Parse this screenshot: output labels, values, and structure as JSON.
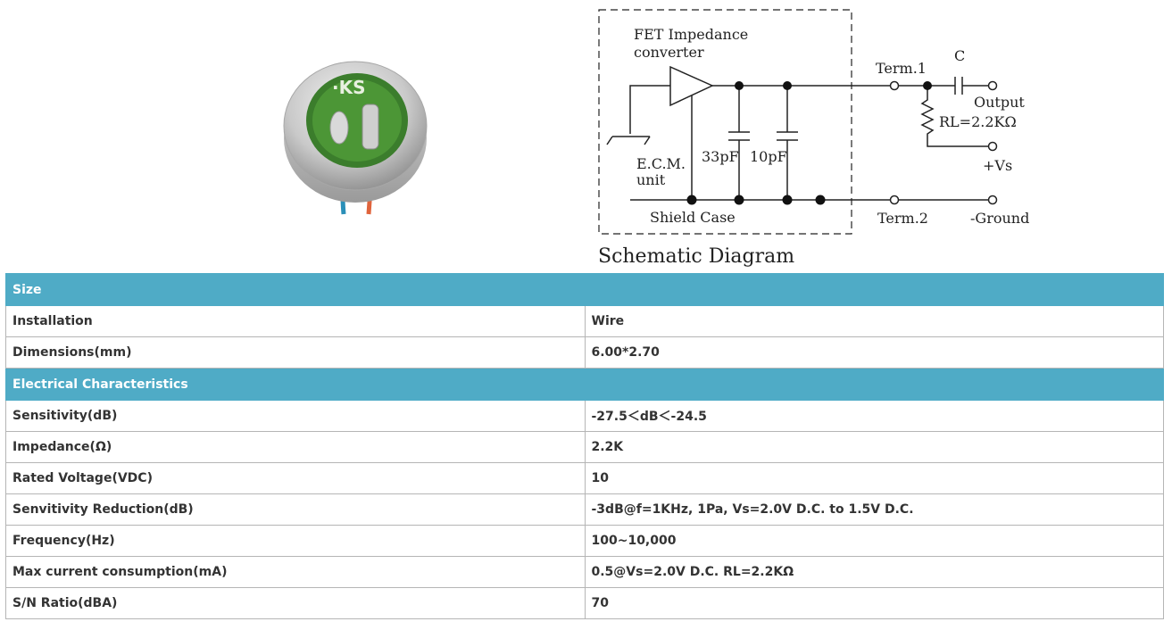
{
  "schematic": {
    "converter_label_line1": "FET Impedance",
    "converter_label_line2": "converter",
    "ecm_label_line1": "E.C.M.",
    "ecm_label_line2": "unit",
    "cap1_label": "33pF",
    "cap2_label": "10pF",
    "shield_label": "Shield Case",
    "term1_label": "Term.1",
    "term2_label": "Term.2",
    "c_label": "C",
    "output_label": "Output",
    "rl_label": "RL=2.2KΩ",
    "vs_label": "+Vs",
    "ground_label": "-Ground",
    "caption": "Schematic Diagram"
  },
  "photo": {
    "logo_text": "·KS"
  },
  "spec": {
    "section1_title": "Size",
    "section1_rows": [
      {
        "label": "Installation",
        "value": "Wire"
      },
      {
        "label": "Dimensions(mm)",
        "value": "6.00*2.70"
      }
    ],
    "section2_title": "Electrical Characteristics",
    "section2_rows": [
      {
        "label": "Sensitivity(dB)",
        "value": "-27.5＜dB＜-24.5"
      },
      {
        "label": "Impedance(Ω)",
        "value": "2.2K"
      },
      {
        "label": "Rated Voltage(VDC)",
        "value": "10"
      },
      {
        "label": "Senvitivity Reduction(dB)",
        "value": "-3dB@f=1KHz, 1Pa, Vs=2.0V D.C. to 1.5V D.C."
      },
      {
        "label": "Frequency(Hz)",
        "value": "100~10,000"
      },
      {
        "label": "Max current consumption(mA)",
        "value": "0.5@Vs=2.0V D.C. RL=2.2KΩ"
      },
      {
        "label": "S/N Ratio(dBA)",
        "value": "70"
      }
    ]
  },
  "colors": {
    "section_header": "#4fabc6",
    "border": "#b5b5b5"
  }
}
